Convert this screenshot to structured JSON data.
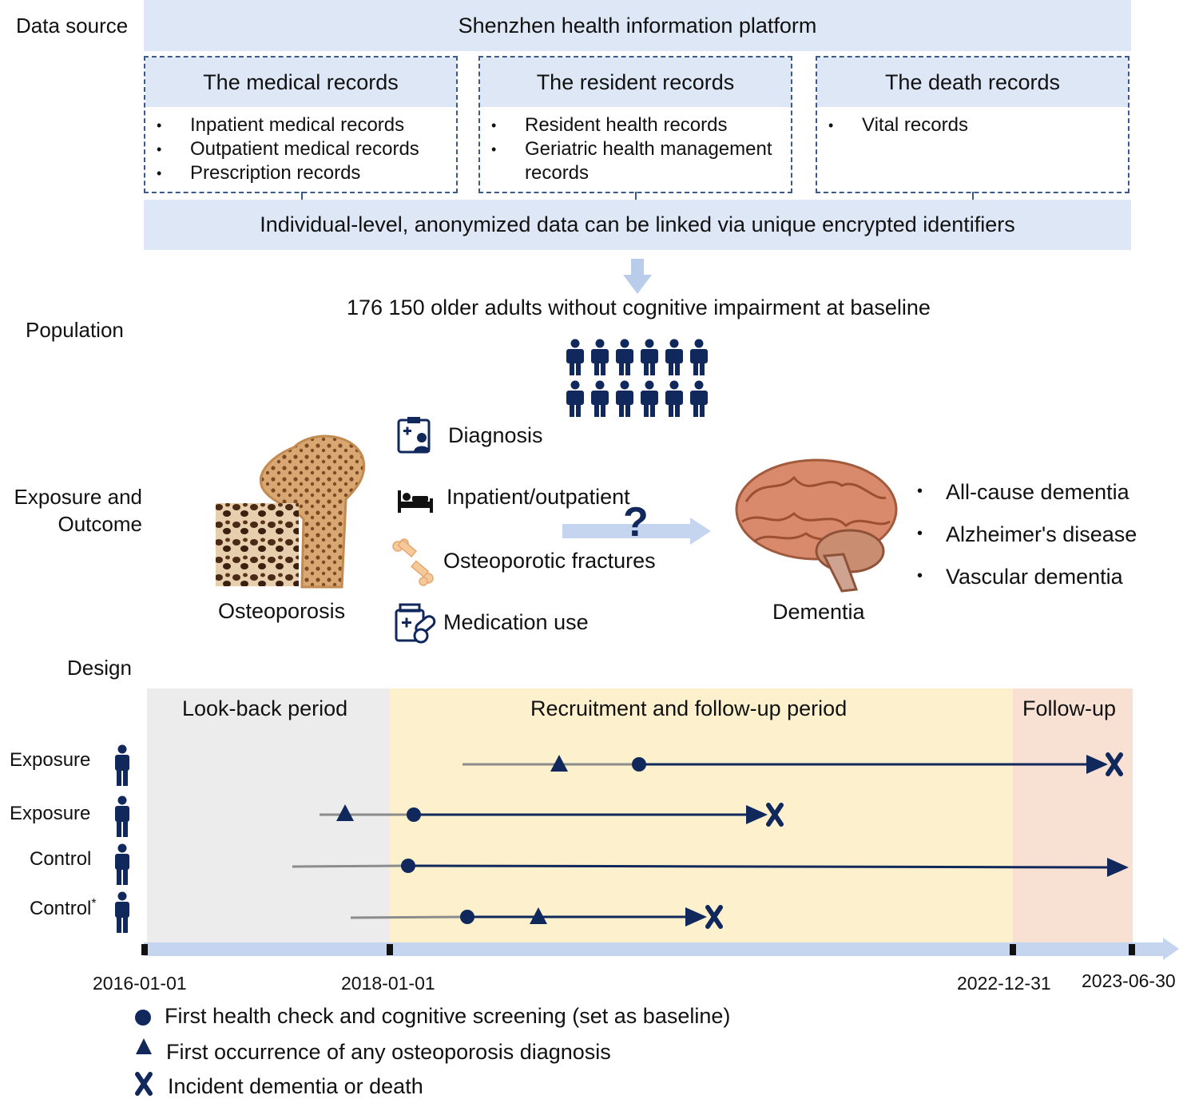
{
  "sections": {
    "data_source": "Data source",
    "population": "Population",
    "exposure_outcome": "Exposure and\nOutcome",
    "design": "Design"
  },
  "platform": "Shenzhen health information platform",
  "records": [
    {
      "title": "The medical records",
      "items": [
        "Inpatient medical records",
        "Outpatient medical records",
        "Prescription records"
      ]
    },
    {
      "title": "The resident records",
      "items": [
        "Resident health records",
        "Geriatric health management records"
      ]
    },
    {
      "title": "The death records",
      "items": [
        "Vital records"
      ]
    }
  ],
  "linkage": "Individual-level, anonymized data can be linked via unique encrypted identifiers",
  "population_text": "176 150 older adults without cognitive impairment at baseline",
  "exposure": {
    "label": "Osteoporosis",
    "items": [
      "Diagnosis",
      "Inpatient/outpatient",
      "Osteoporotic fractures",
      "Medication use"
    ],
    "question": "?"
  },
  "outcome": {
    "label": "Dementia",
    "items": [
      "All-cause dementia",
      "Alzheimer's disease",
      "Vascular dementia"
    ]
  },
  "design": {
    "periods": [
      "Look-back period",
      "Recruitment and follow-up period",
      "Follow-up"
    ],
    "rows": [
      "Exposure",
      "Exposure",
      "Control",
      "Control"
    ],
    "control_marker": "*",
    "dates": [
      "2016-01-01",
      "2018-01-01",
      "2022-12-31",
      "2023-06-30"
    ],
    "colors": {
      "lookback": "#ececec",
      "recruit": "#fdf0cd",
      "followup": "#f8e1d3",
      "marker": "#10285c",
      "line_pre": "#8c8c8c",
      "axis": "#c5d4ef"
    }
  },
  "legend": [
    "First health check and cognitive screening (set as baseline)",
    "First occurrence of any osteoporosis diagnosis",
    "Incident dementia or death"
  ]
}
